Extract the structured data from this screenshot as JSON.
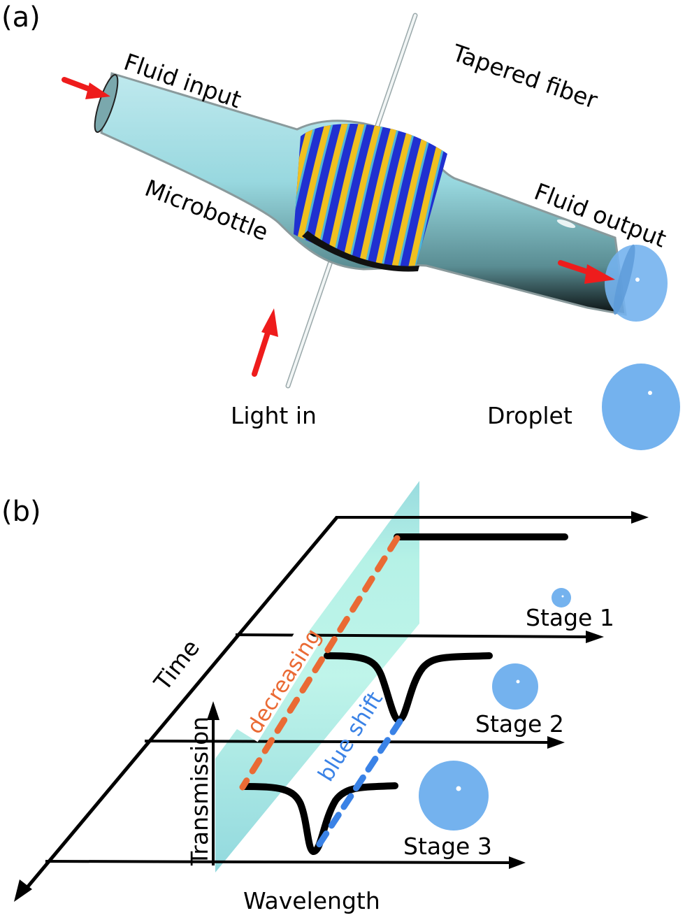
{
  "panel_a": {
    "label": "(a)",
    "labels": {
      "fluid_input": "Fluid input",
      "tapered_fiber": "Tapered fiber",
      "microbottle": "Microbottle",
      "fluid_output": "Fluid output",
      "light_in": "Light in",
      "droplet": "Droplet"
    },
    "colors": {
      "arrow": "#ee1c1c",
      "tube": "#9fdbe0",
      "droplet": "#74b2ee",
      "mode_blue": "#1f3ad6",
      "mode_yellow": "#f0c020"
    }
  },
  "panel_b": {
    "label": "(b)",
    "axes": {
      "time": "Time",
      "transmission": "Transmission",
      "wavelength": "Wavelength"
    },
    "annotations": {
      "decreasing": "decreasing",
      "blue_shift": "blue shift"
    },
    "stages": [
      {
        "label": "Stage 1",
        "droplet_size": "small"
      },
      {
        "label": "Stage 2",
        "droplet_size": "medium"
      },
      {
        "label": "Stage 3",
        "droplet_size": "large"
      }
    ],
    "colors": {
      "decreasing": "#ea6a34",
      "blue_shift": "#3a82e6",
      "plane": "#a8f0e4",
      "droplet": "#74b2ee"
    }
  }
}
